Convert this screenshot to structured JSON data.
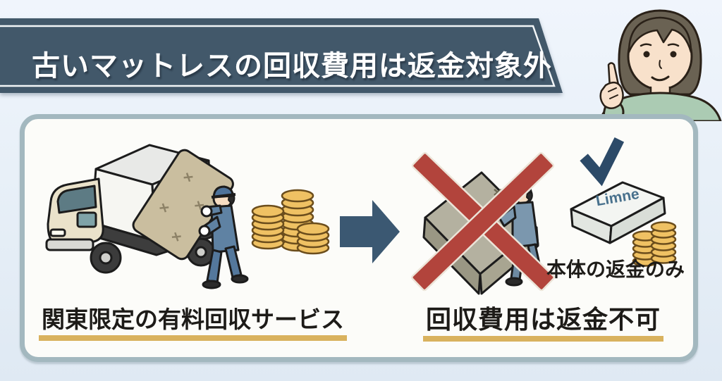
{
  "banner": {
    "title": "古いマットレスの回収費用は返金対象外",
    "bg_color": "#42586a",
    "text_color": "#ffffff"
  },
  "card": {
    "left_scene": {
      "caption": "関東限定の有料回収サービス",
      "illustration": "worker-loading-old-mattress-into-truck-with-coin-stacks"
    },
    "right_scene": {
      "caption": "回収費用は返金不可",
      "note": "本体の返金のみ",
      "mattress_brand": "Limne",
      "illustration": "old-mattress-crossed-out-and-refunded-new-mattress"
    },
    "underline_color": "#d9b25e"
  },
  "icons": {
    "arrow": "right-arrow",
    "cross": "red-x-mark",
    "check": "blue-checkmark",
    "coins": "gold-coin-stack"
  },
  "colors": {
    "background": "#e8f0f8",
    "card_border": "#a3b8bf",
    "arrow": "#3b5872",
    "cross_red": "#b2443c",
    "check_blue": "#2c4a68",
    "coin_gold": "#efc163",
    "limne_text": "#47708c"
  }
}
